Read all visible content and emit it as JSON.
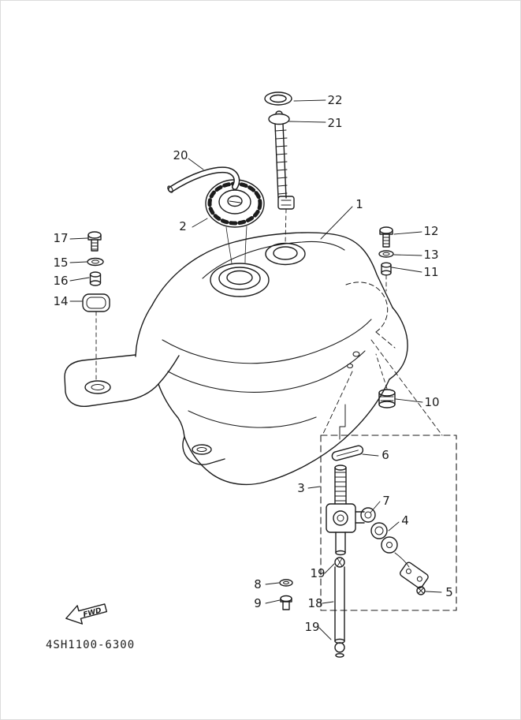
{
  "diagram": {
    "title": "fuel-tank-exploded-parts-diagram",
    "part_code": "4SH1100-6300",
    "fwd_label": "FWD",
    "colors": {
      "ink": "#1c1c1c",
      "background": "#ffffff"
    },
    "callouts": {
      "c1": "1",
      "c2": "2",
      "c3": "3",
      "c4": "4",
      "c5": "5",
      "c6": "6",
      "c7": "7",
      "c8": "8",
      "c9": "9",
      "c10": "10",
      "c11": "11",
      "c12": "12",
      "c13": "13",
      "c14": "14",
      "c15": "15",
      "c16": "16",
      "c17": "17",
      "c18": "18",
      "c19": "19",
      "c19b": "19",
      "c20": "20",
      "c21": "21",
      "c22": "22"
    }
  }
}
